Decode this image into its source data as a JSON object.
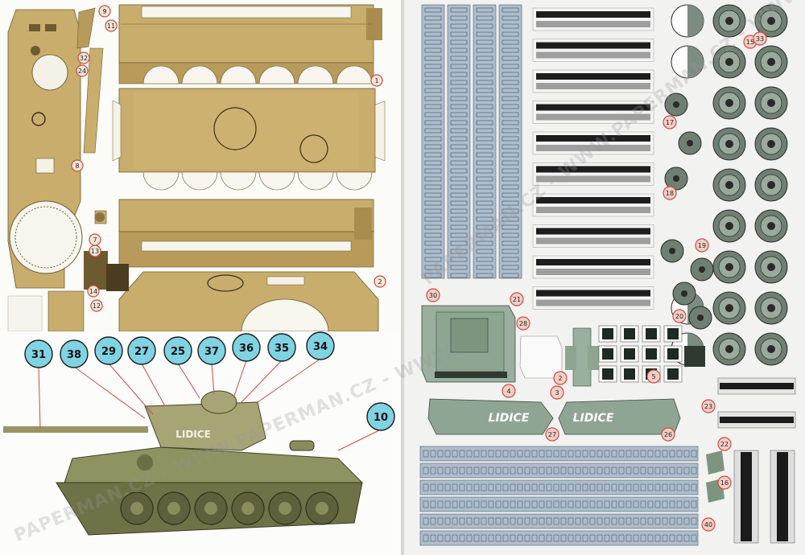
{
  "palette": {
    "tank_tan": "#c8ad6c",
    "tank_dark": "#a98d4f",
    "track_blue": "#aebdcc",
    "track_line": "#4e6070",
    "hull_green": "#8fa594",
    "callout_cyan": "#7fd3e3",
    "callout_red": "#d8463f"
  },
  "legend_callouts": [
    "31",
    "38",
    "29",
    "27",
    "25",
    "37",
    "36",
    "35",
    "34",
    "10"
  ],
  "slogan": "LIDICE",
  "watermark": "PAPERMAN.CZ - WWW.PAPERMAN.CZ - WWW.",
  "left_part_labels": [
    "9",
    "11",
    "32",
    "24",
    "8",
    "7",
    "14",
    "1",
    "2",
    "12",
    "13"
  ],
  "right_part_labels": [
    "30",
    "21",
    "28",
    "4",
    "3",
    "2",
    "5",
    "22",
    "27",
    "26",
    "40",
    "16",
    "15",
    "33",
    "17",
    "18",
    "19",
    "20",
    "23"
  ]
}
